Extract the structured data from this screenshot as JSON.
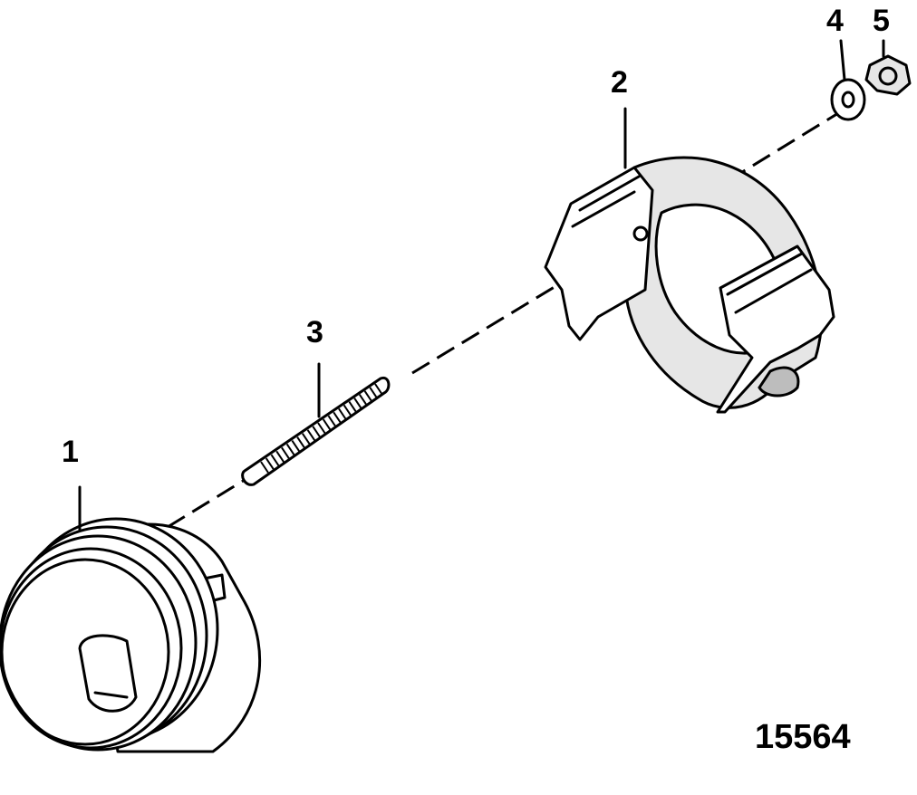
{
  "diagram": {
    "parts": [
      {
        "id": "1",
        "label": "1",
        "part": "pulley"
      },
      {
        "id": "2",
        "label": "2",
        "part": "cover-bracket"
      },
      {
        "id": "3",
        "label": "3",
        "part": "stud"
      },
      {
        "id": "4",
        "label": "4",
        "part": "washer"
      },
      {
        "id": "5",
        "label": "5",
        "part": "nut"
      }
    ],
    "figure_number": "15564"
  }
}
